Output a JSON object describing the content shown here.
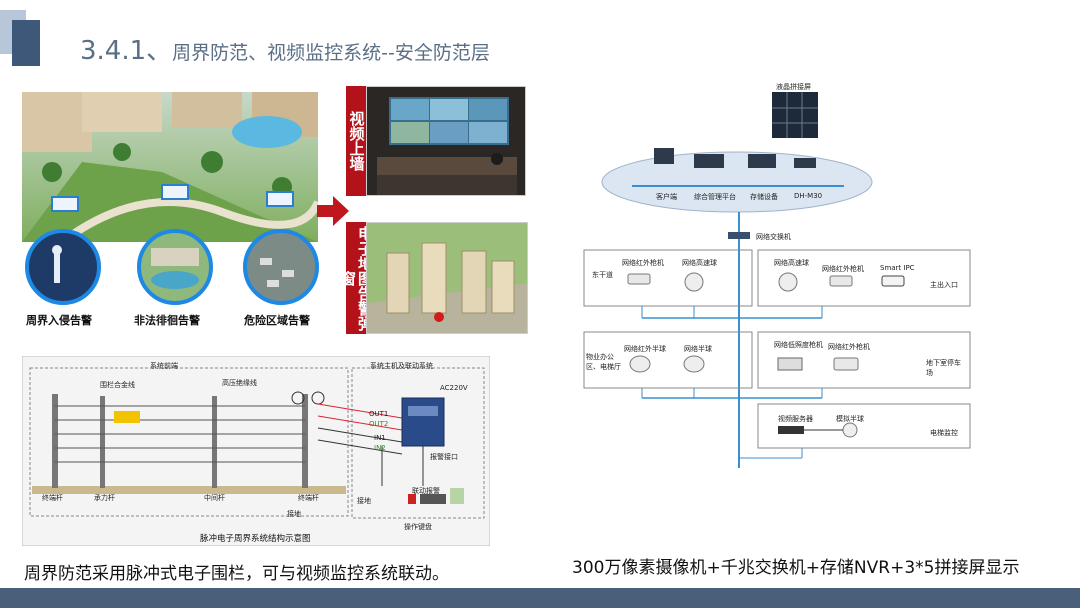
{
  "slide": {
    "title_number": "3.4.1、",
    "title_text": "周界防范、视频监控系统--安全防范层",
    "caption_left": "周界防范采用脉冲式电子围栏，可与视频监控系统联动。",
    "caption_right": "300万像素摄像机+千兆交换机+存储NVR+3*5拼接屏显示"
  },
  "photo_panel": {
    "circle_labels": [
      "周界入侵告警",
      "非法徘徊告警",
      "危险区域告警"
    ],
    "video_wall_label": "视频上墙",
    "map_alarm_label": "电子地图告警弹窗"
  },
  "fence_diagram": {
    "front_label": "系统前端",
    "host_label": "系统主机及联动系统",
    "wire_label": "围栏合金线",
    "insulator_label": "高压绝缘线",
    "power_label": "AC220V",
    "out1": "OUT1",
    "out2": "OUT2",
    "in1": "IN1",
    "in2": "IN2",
    "alarm_port": "报警接口",
    "linkage_alarm": "联动报警",
    "keyboard": "操作键盘",
    "ground1": "接地",
    "ground2": "接地",
    "end_post_left": "终端杆",
    "bearing_post": "承力杆",
    "middle_post": "中间杆",
    "end_post_right": "终端杆",
    "caption": "脉冲电子周界系统结构示意图"
  },
  "network_diagram": {
    "wall_label": "液晶拼接屏",
    "platform_items": [
      "客户端",
      "综合管理平台",
      "存储设备",
      "DH-M30"
    ],
    "switch_label": "网络交换机",
    "zones": [
      {
        "name": "东干道",
        "cams": [
          "网络红外枪机",
          "网络高速球"
        ]
      },
      {
        "name": "主出入口",
        "cams": [
          "网络高速球",
          "网络红外枪机",
          "Smart IPC"
        ]
      },
      {
        "name": "物业办公区、电梯厅",
        "cams": [
          "网络红外半球",
          "网络半球"
        ]
      },
      {
        "name": "地下室停车场",
        "cams": [
          "网络低照度枪机",
          "网络红外枪机"
        ]
      },
      {
        "name": "电梯监控",
        "cams": [
          "视频服务器",
          "模拟半球"
        ]
      }
    ],
    "colors": {
      "line": "#3a8fd0",
      "platform": "#dbe6f2"
    }
  }
}
